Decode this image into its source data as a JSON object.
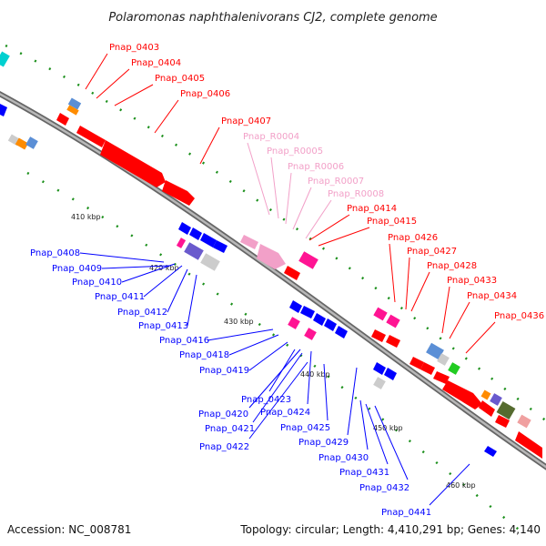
{
  "title": "Polaromonas naphthalenivorans CJ2, complete genome",
  "accession": "Accession: NC_008781",
  "topology": "Topology: circular; Length: 4,410,291 bp; Genes: 4,140",
  "colors": {
    "forward": "#ff0000",
    "reverse": "#0000ff",
    "rna": "#f2a0c8",
    "cog": "#ff1493",
    "backbone": "#888888",
    "gc": "#1a8f1a"
  },
  "scale_ticks": [
    {
      "label": "410 kbp",
      "kbp": 410
    },
    {
      "label": "420 kbp",
      "kbp": 420
    },
    {
      "label": "430 kbp",
      "kbp": 430
    },
    {
      "label": "440 kbp",
      "kbp": 440
    },
    {
      "label": "450 kbp",
      "kbp": 450
    },
    {
      "label": "460 kbp",
      "kbp": 460
    }
  ],
  "forward_genes": [
    {
      "label": "Pnap_0403",
      "strand": "+",
      "kind": "CDS"
    },
    {
      "label": "Pnap_0404",
      "strand": "+",
      "kind": "CDS"
    },
    {
      "label": "Pnap_0405",
      "strand": "+",
      "kind": "CDS"
    },
    {
      "label": "Pnap_0406",
      "strand": "+",
      "kind": "CDS"
    },
    {
      "label": "Pnap_0407",
      "strand": "+",
      "kind": "CDS"
    },
    {
      "label": "Pnap_R0004",
      "strand": "+",
      "kind": "RNA"
    },
    {
      "label": "Pnap_R0005",
      "strand": "+",
      "kind": "RNA"
    },
    {
      "label": "Pnap_R0006",
      "strand": "+",
      "kind": "RNA"
    },
    {
      "label": "Pnap_R0007",
      "strand": "+",
      "kind": "RNA"
    },
    {
      "label": "Pnap_R0008",
      "strand": "+",
      "kind": "RNA"
    },
    {
      "label": "Pnap_0414",
      "strand": "+",
      "kind": "CDS"
    },
    {
      "label": "Pnap_0415",
      "strand": "+",
      "kind": "CDS"
    },
    {
      "label": "Pnap_0426",
      "strand": "+",
      "kind": "CDS"
    },
    {
      "label": "Pnap_0427",
      "strand": "+",
      "kind": "CDS"
    },
    {
      "label": "Pnap_0428",
      "strand": "+",
      "kind": "CDS"
    },
    {
      "label": "Pnap_0433",
      "strand": "+",
      "kind": "CDS"
    },
    {
      "label": "Pnap_0434",
      "strand": "+",
      "kind": "CDS"
    },
    {
      "label": "Pnap_0436",
      "strand": "+",
      "kind": "CDS"
    }
  ],
  "reverse_genes": [
    {
      "label": "Pnap_0408",
      "strand": "-",
      "kind": "CDS"
    },
    {
      "label": "Pnap_0409",
      "strand": "-",
      "kind": "CDS"
    },
    {
      "label": "Pnap_0410",
      "strand": "-",
      "kind": "CDS"
    },
    {
      "label": "Pnap_0411",
      "strand": "-",
      "kind": "CDS"
    },
    {
      "label": "Pnap_0412",
      "strand": "-",
      "kind": "CDS"
    },
    {
      "label": "Pnap_0413",
      "strand": "-",
      "kind": "CDS"
    },
    {
      "label": "Pnap_0416",
      "strand": "-",
      "kind": "CDS"
    },
    {
      "label": "Pnap_0418",
      "strand": "-",
      "kind": "CDS"
    },
    {
      "label": "Pnap_0419",
      "strand": "-",
      "kind": "CDS"
    },
    {
      "label": "Pnap_0423",
      "strand": "-",
      "kind": "CDS"
    },
    {
      "label": "Pnap_0420",
      "strand": "-",
      "kind": "CDS"
    },
    {
      "label": "Pnap_0424",
      "strand": "-",
      "kind": "CDS"
    },
    {
      "label": "Pnap_0421",
      "strand": "-",
      "kind": "CDS"
    },
    {
      "label": "Pnap_0425",
      "strand": "-",
      "kind": "CDS"
    },
    {
      "label": "Pnap_0422",
      "strand": "-",
      "kind": "CDS"
    },
    {
      "label": "Pnap_0429",
      "strand": "-",
      "kind": "CDS"
    },
    {
      "label": "Pnap_0430",
      "strand": "-",
      "kind": "CDS"
    },
    {
      "label": "Pnap_0431",
      "strand": "-",
      "kind": "CDS"
    },
    {
      "label": "Pnap_0432",
      "strand": "-",
      "kind": "CDS"
    },
    {
      "label": "Pnap_0441",
      "strand": "-",
      "kind": "CDS"
    }
  ]
}
